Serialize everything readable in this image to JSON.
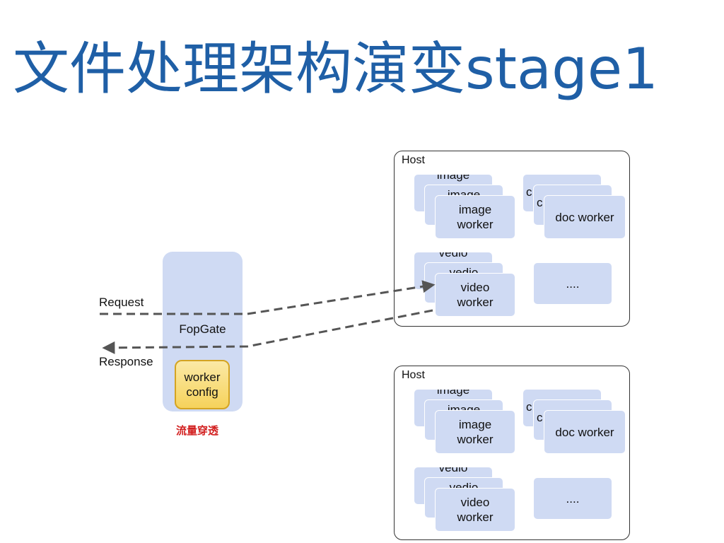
{
  "title": "文件处理架构演变stage1",
  "gateway": {
    "label": "FopGate",
    "config_line1": "worker",
    "config_line2": "config",
    "note": "流量穿透"
  },
  "flows": {
    "request": "Request",
    "response": "Response"
  },
  "hosts": [
    {
      "label": "Host",
      "image_back": "image",
      "image_mid": "image",
      "image_line1": "image",
      "image_line2": "worker",
      "doc_back": "c",
      "doc_mid": "c",
      "doc": "doc worker",
      "video_back": "vedio",
      "video_mid": "vedio",
      "video_line1": "video",
      "video_line2": "worker",
      "more": "...."
    },
    {
      "label": "Host",
      "image_back": "image",
      "image_mid": "image",
      "image_line1": "image",
      "image_line2": "worker",
      "doc_back": "c",
      "doc_mid": "c",
      "doc": "doc worker",
      "video_back": "vedio",
      "video_mid": "vedio",
      "video_line1": "video",
      "video_line2": "worker",
      "more": "...."
    }
  ],
  "colors": {
    "title": "#1f5fa6",
    "box_fill": "#cfdaf3",
    "config_fill": "#f6d25b",
    "note": "#d21f1f",
    "arrow": "#555555"
  }
}
